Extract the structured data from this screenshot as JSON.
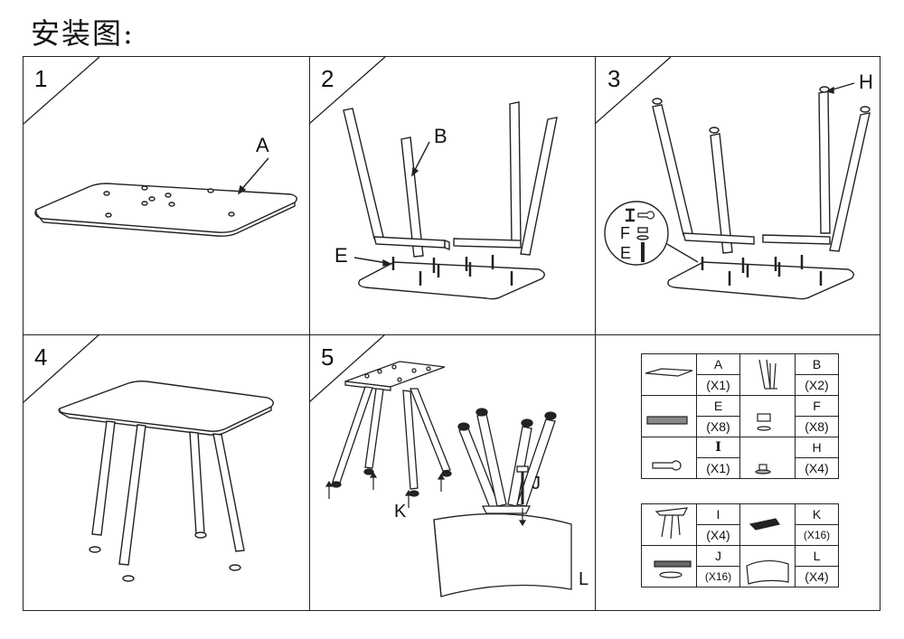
{
  "title": "安装图:",
  "steps": [
    "1",
    "2",
    "3",
    "4",
    "5"
  ],
  "labels": {
    "A": "A",
    "B": "B",
    "E": "E",
    "H": "H",
    "F": "F",
    "E2": "E",
    "I": "I",
    "K": "K",
    "J": "J",
    "L": "L"
  },
  "parts_table_1": [
    {
      "code": "A",
      "qty": "(X1)",
      "icon": "tabletop-icon"
    },
    {
      "code": "B",
      "qty": "(X2)",
      "icon": "leg-frame-icon"
    },
    {
      "code": "E",
      "qty": "(X8)",
      "icon": "bolt-icon"
    },
    {
      "code": "F",
      "qty": "(X8)",
      "icon": "nut-washer-icon"
    },
    {
      "code": "I",
      "qty": "(X1)",
      "icon": "wrench-icon"
    },
    {
      "code": "H",
      "qty": "(X4)",
      "icon": "foot-pad-icon"
    }
  ],
  "parts_table_2": [
    {
      "code": "I",
      "qty": "(X4)",
      "icon": "leg-bracket-icon"
    },
    {
      "code": "K",
      "qty": "(X16)",
      "icon": "felt-pad-icon"
    },
    {
      "code": "J",
      "qty": "(X16)",
      "icon": "screw-washer-icon"
    },
    {
      "code": "L",
      "qty": "(X4)",
      "icon": "foam-block-icon"
    }
  ]
}
